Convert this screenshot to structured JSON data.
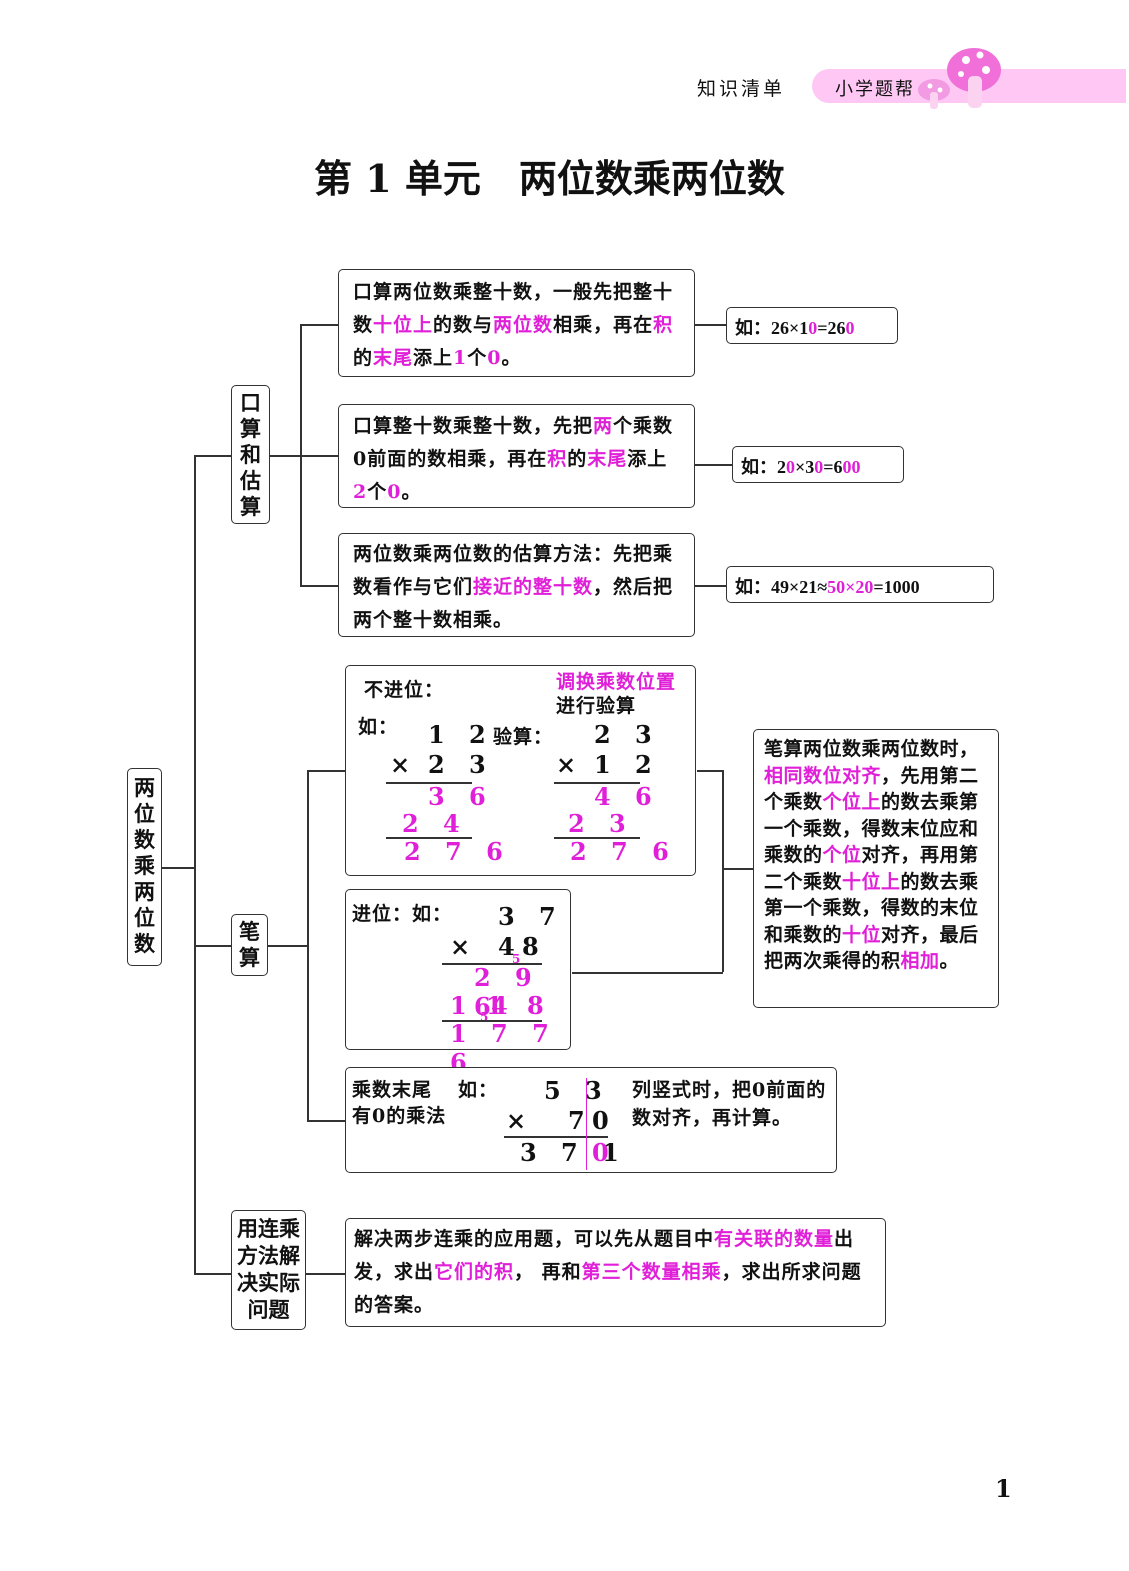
{
  "header": {
    "left": "知识清单",
    "badge": "小学题帮",
    "pink": "#ffc8f4",
    "accent": "#e020d8",
    "icon": "mushroom-icon"
  },
  "title": "第 1 单元　两位数乘两位数",
  "root": [
    "两",
    "位",
    "数",
    "乘",
    "两",
    "位",
    "数"
  ],
  "branches": {
    "oral": [
      "口",
      "算",
      "和",
      "估",
      "算"
    ],
    "written": [
      "笔",
      "算"
    ],
    "chain": [
      "用连乘",
      "方法解",
      "决实际",
      "问题"
    ]
  },
  "oral": {
    "b1": {
      "t1": "口算两位数乘整十数，一般先把整十数",
      "p1": "十位上",
      "t2": "的数与",
      "p2": "两位数",
      "t3": "相乘，再在",
      "p3": "积",
      "t4": "的",
      "p4": "末尾",
      "t5": "添上",
      "p5": "1",
      "t6": "个",
      "p6": "0",
      "t7": "。",
      "ex_a": "如：26×1",
      "ex_b": "0",
      "ex_c": "=26",
      "ex_d": "0"
    },
    "b2": {
      "t1": "口算整十数乘整十数，先把",
      "p1": "两",
      "t2": "个乘数0前面的数相乘，再在",
      "p2": "积",
      "t3": "的",
      "p3": "末尾",
      "t4": "添上",
      "p4": "2",
      "t5": "个",
      "p5": "0",
      "t6": "。",
      "ex_a": "如：2",
      "ex_b": "0",
      "ex_c": "×3",
      "ex_d": "0",
      "ex_e": "=6",
      "ex_f": "00"
    },
    "b3": {
      "t1": "两位数乘两位数的估算方法：先把乘数看作与它们",
      "p1": "接近的整十数",
      "t2": "，然后把两个整十数相乘。",
      "ex_a": "如：49×21≈",
      "ex_b": "50×20",
      "ex_c": "=1000"
    }
  },
  "written": {
    "no_carry": {
      "title": "不进位：",
      "eg": "如：",
      "m1": "1 2",
      "m2": "2 3",
      "times": "×",
      "p1": "3 6",
      "p2": "2 4",
      "res": "2 7 6",
      "check": "验算：",
      "swap": "调换乘数位置",
      "verify": "进行验算",
      "c1": "2 3",
      "c2": "1 2",
      "cp1": "4 6",
      "cp2": "2 3",
      "cres": "2 7 6"
    },
    "carry": {
      "title": "进位：如：",
      "m1": "3 7",
      "m2a": "4",
      "m2b": "8",
      "carry_digit": "5",
      "times": "×",
      "p1": "2 9 6",
      "p2a": "1 4",
      "p2b": "1 8",
      "res": "1 7 7 6"
    },
    "zero_end": {
      "l1": "乘数末尾",
      "l2": "有0的乘法",
      "eg": "如：",
      "m1": "5 3",
      "m2": "7",
      "m2z": "0",
      "times": "×",
      "res": "3 7 1",
      "resz": "0",
      "note": "列竖式时，把0前面的数对齐，再计算。"
    },
    "rule": {
      "t1": "笔算两位数乘两位数时，",
      "p1": "相同数位对齐",
      "t2": "，先用第二个乘数",
      "p2": "个位上",
      "t3": "的数去乘第一个乘数，得数末位应和乘数的",
      "p3": "个位",
      "t4": "对齐，再用第二个乘数",
      "p4": "十位上",
      "t5": "的数去乘第一个乘数，得数的末位和乘数的",
      "p5": "十位",
      "t6": "对齐，最后把两次乘得的积",
      "p6": "相加",
      "t7": "。"
    }
  },
  "chain": {
    "t1": "解决两步连乘的应用题，可以先从题目中",
    "p1": "有关联的数量",
    "t2": "出发，求出",
    "p2": "它们的积",
    "t3": "， 再和",
    "p3": "第三个数量相乘",
    "t4": "，求出所求问题的答案。"
  },
  "page_number": "1"
}
